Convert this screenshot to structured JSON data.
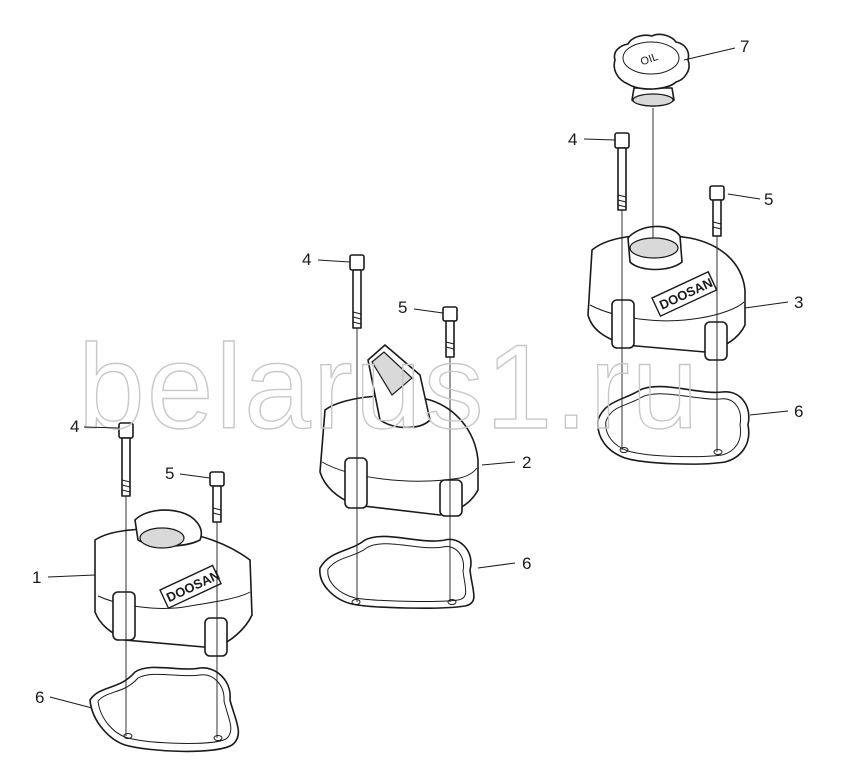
{
  "watermark": "belarus1.ru",
  "logo_text": "DOOSAN",
  "oil_cap_text": "OIL",
  "callouts": [
    "1",
    "2",
    "3",
    "4",
    "4",
    "4",
    "5",
    "5",
    "5",
    "6",
    "6",
    "6",
    "7"
  ]
}
